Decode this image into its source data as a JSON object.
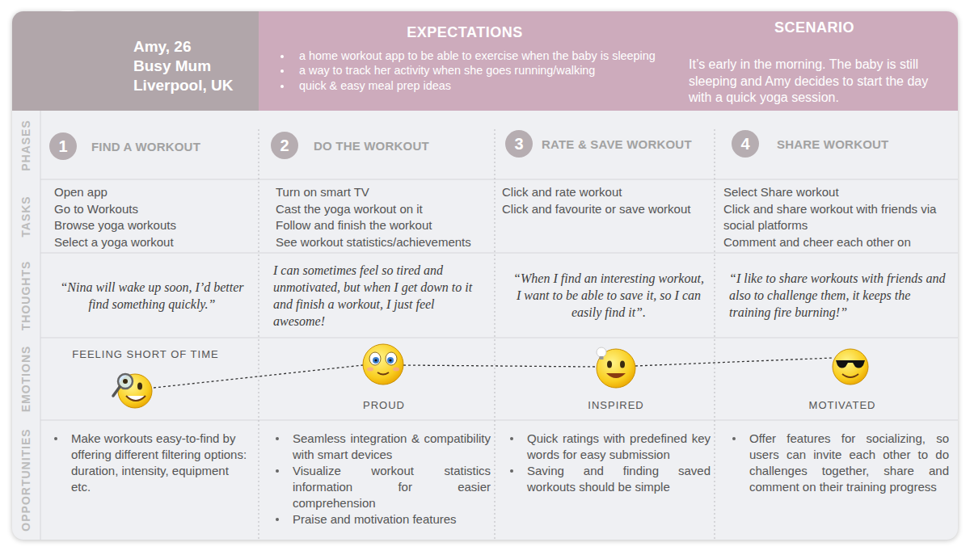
{
  "diagram": {
    "nodes": [
      {
        "text": [
          "Amy, 26",
          "Busy Mum",
          "Liverpool, UK"
        ]
      },
      {
        "text": [
          "EXPECTATIONS",
          "a home workout app to be able to exercise when the baby is sleeping",
          "a way to track her activity when she goes running/walking",
          "quick & easy meal prep ideas"
        ]
      },
      {
        "text": [
          "SCENARIO",
          "It’s early in the morning. The baby is still sleeping and Amy decides to start the day with a quick yoga session."
        ]
      },
      {
        "text": [
          "1",
          "FIND A WORKOUT"
        ]
      },
      {
        "text": [
          "2",
          "DO THE WORKOUT"
        ]
      },
      {
        "text": [
          "3",
          "RATE & SAVE WORKOUT"
        ]
      },
      {
        "text": [
          "4",
          "SHARE WORKOUT"
        ]
      }
    ],
    "labels": [
      "PHASES",
      "TASKS",
      "THOUGHTS",
      "EMOTIONS",
      "OPPORTUNITIES",
      "Open app",
      "Go to Workouts",
      "Browse yoga workouts",
      "Select a yoga workout",
      "Turn on smart TV",
      "Cast the yoga workout on it",
      "Follow and finish the workout",
      "See workout statistics/achievements",
      "Click and rate workout",
      "Click and favourite or save workout",
      "Select Share workout",
      "Click and share workout with friends via social platforms",
      "Comment and cheer each other on",
      "“Nina will wake up soon, I’d better find something quickly.”",
      "I can sometimes feel so tired and unmotivated, but when I get down to it and finish a workout, I just feel awesome!",
      "“When I find an interesting workout, I want to be able to save it, so I can easily find it”.",
      "“I like to share workouts with friends and also to challenge them, it keeps the training fire burning!”",
      "FEELING SHORT OF TIME",
      "PROUD",
      "INSPIRED",
      "MOTIVATED",
      "Make workouts easy-to-find by offering different filtering options: duration, intensity, equipment etc.",
      "Seamless integration & compatibility with smart devices",
      "Visualize workout statistics information for easier comprehension",
      "Praise and motivation features",
      "Quick ratings with predefined key words for easy submission",
      "Saving and finding saved workouts should be simple",
      "Offer features for socializing, so users can invite each other to do challenges together, share and comment on their training progress"
    ]
  }
}
